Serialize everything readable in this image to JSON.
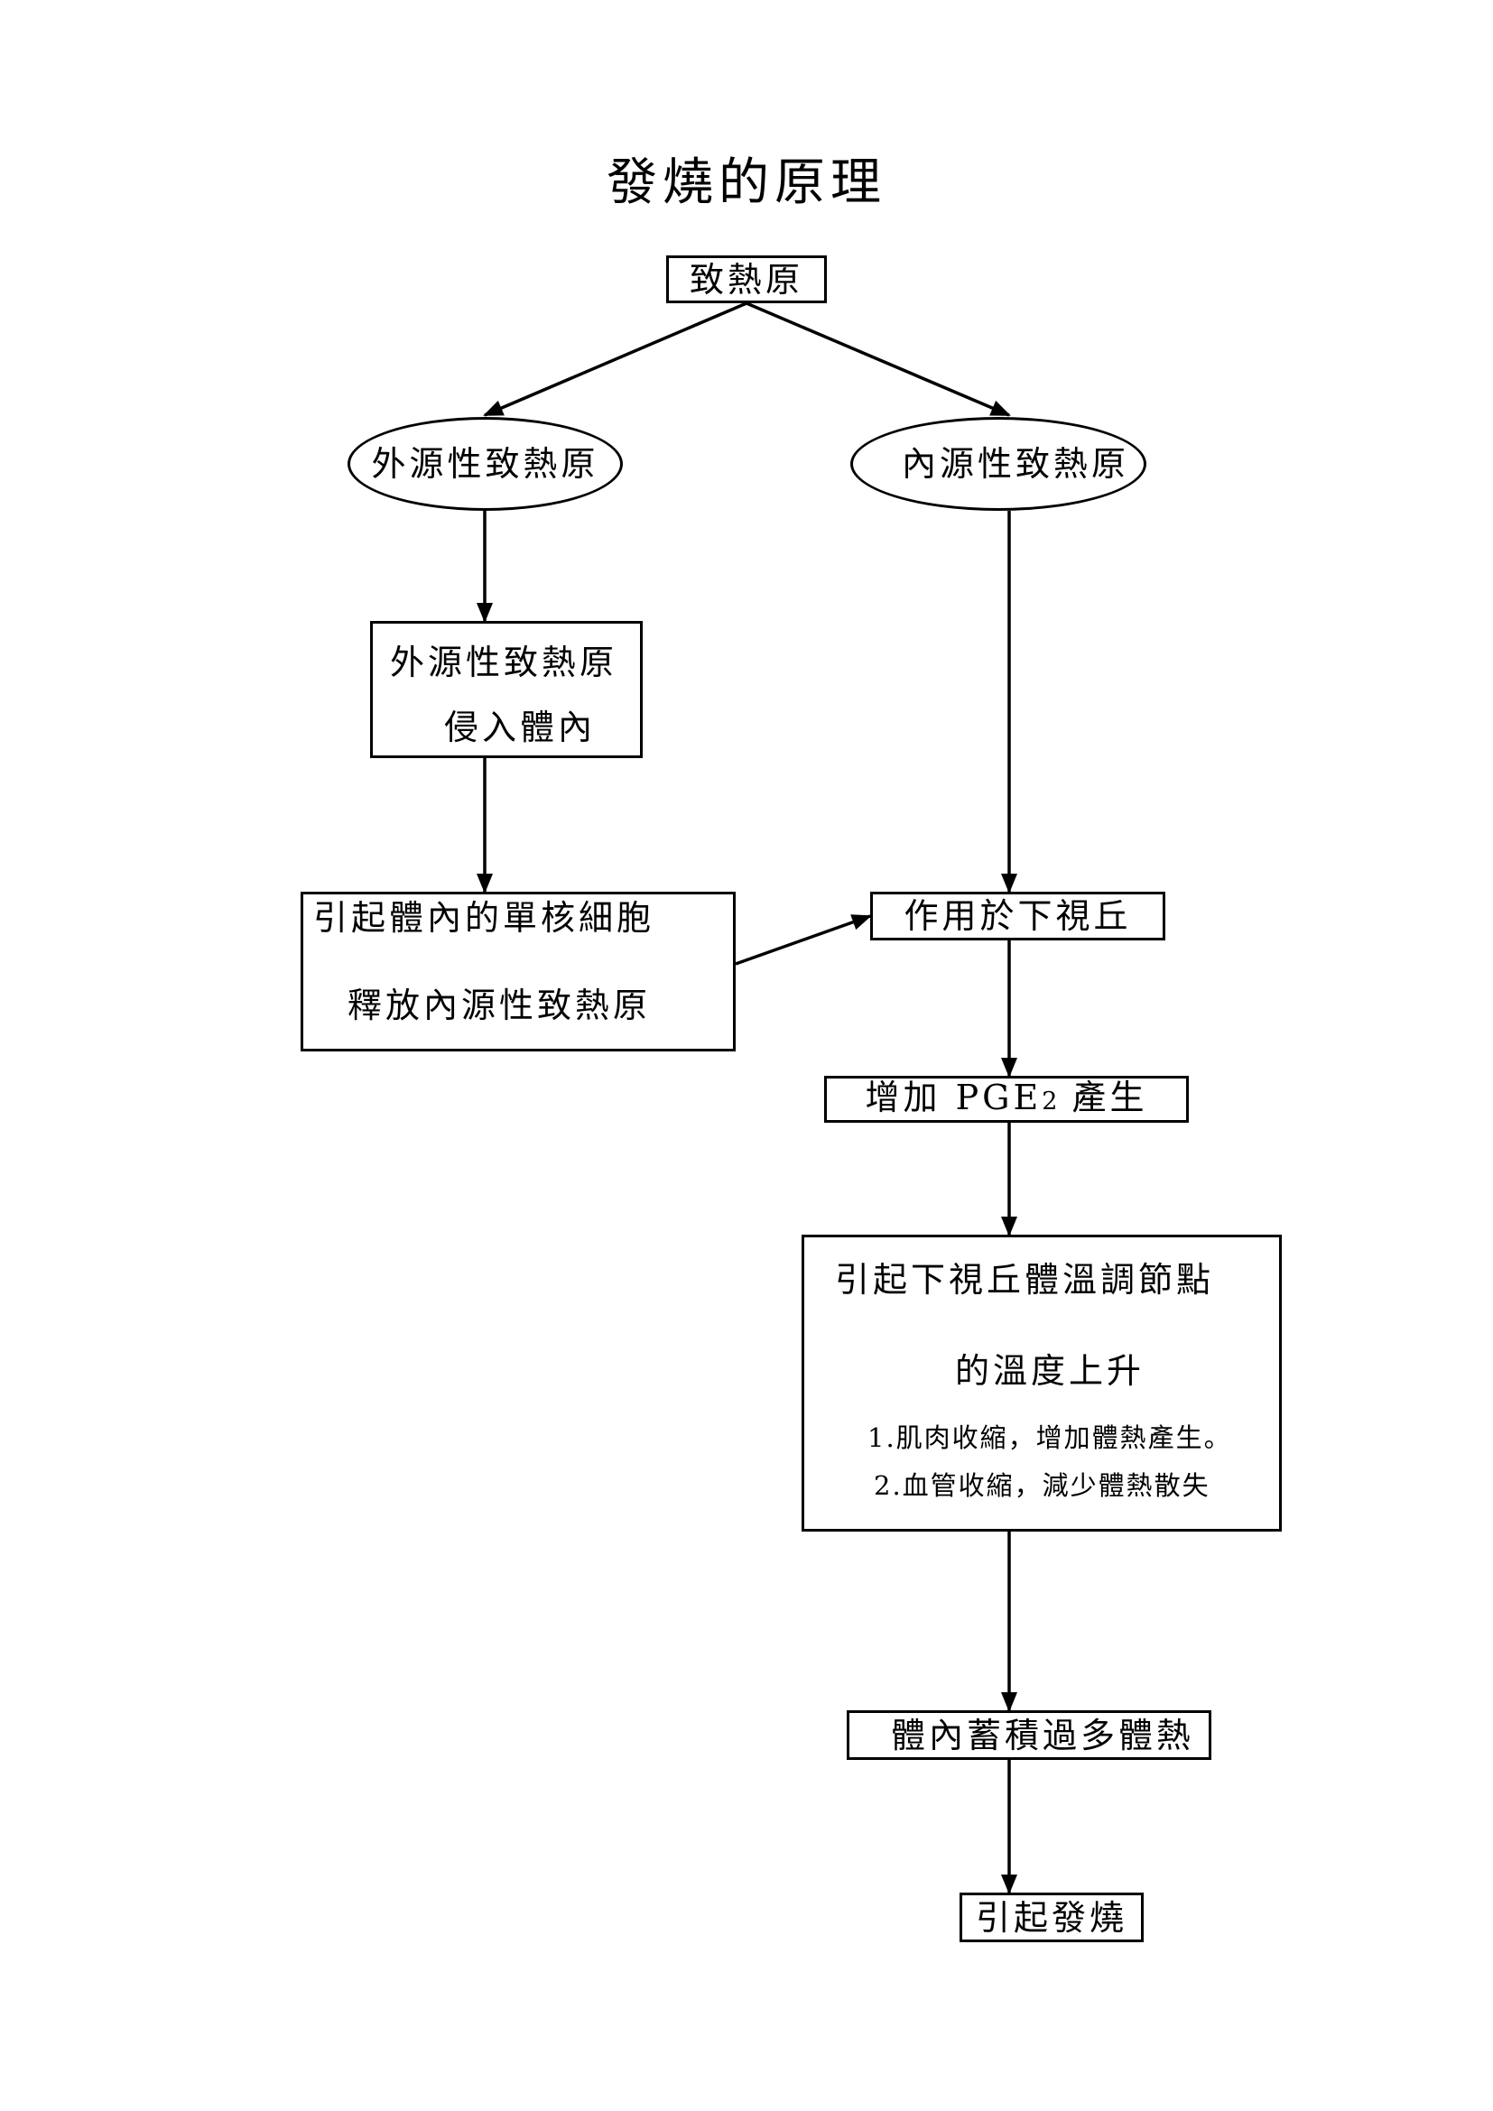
{
  "title": "發燒的原理",
  "nodes": {
    "root": "致熱原",
    "exogenous": "外源性致熱原",
    "endogenous": "內源性致熱原",
    "invade": {
      "line1": "外源性致熱原",
      "line2": "侵入體內"
    },
    "monocyte": {
      "line1": "引起體內的單核細胞",
      "line2": "釋放內源性致熱原"
    },
    "hypothalamus": "作用於下視丘",
    "pge2": {
      "prefix": "增加 PGE",
      "subscript": "2",
      "suffix": " 產生"
    },
    "setpoint": {
      "line1": "引起下視丘體溫調節點",
      "line2": "的溫度上升",
      "note1": "1.肌肉收縮，增加體熱產生。",
      "note2": "2.血管收縮，減少體熱散失"
    },
    "accumulate": "體內蓄積過多體熱",
    "fever": "引起發燒"
  },
  "edges": [
    [
      "root",
      "exogenous"
    ],
    [
      "root",
      "endogenous"
    ],
    [
      "exogenous",
      "invade"
    ],
    [
      "invade",
      "monocyte"
    ],
    [
      "monocyte",
      "hypothalamus"
    ],
    [
      "endogenous",
      "hypothalamus"
    ],
    [
      "hypothalamus",
      "pge2"
    ],
    [
      "pge2",
      "setpoint"
    ],
    [
      "setpoint",
      "accumulate"
    ],
    [
      "accumulate",
      "fever"
    ]
  ]
}
